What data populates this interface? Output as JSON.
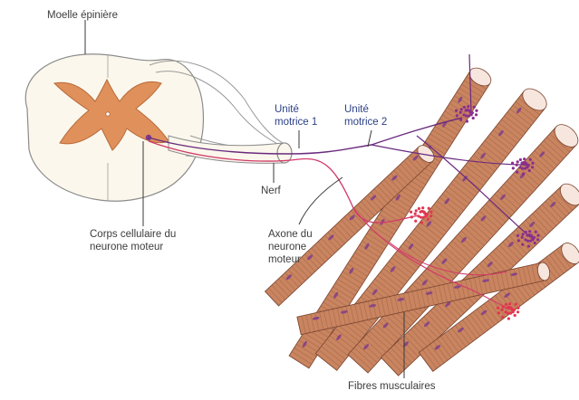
{
  "labels": {
    "spinal_cord": "Moelle épinière",
    "motor_unit_1_line1": "Unité",
    "motor_unit_1_line2": "motrice 1",
    "motor_unit_2_line1": "Unité",
    "motor_unit_2_line2": "motrice 2",
    "nerve": "Nerf",
    "cell_body_line1": "Corps cellulaire du",
    "cell_body_line2": "neurone moteur",
    "axon_line1": "Axone du",
    "axon_line2": "neurone",
    "axon_line3": "moteur",
    "muscle_fibers": "Fibres musculaires"
  },
  "colors": {
    "grey_matter": "#e0905a",
    "white_matter": "#fbf7ec",
    "fiber": "#c98460",
    "fiber_stripe": "#8a4f36",
    "fiber_end": "#f7e6de",
    "nucleus": "#7a3a8c",
    "unit1_axon": "#6a2a7e",
    "unit2_axon": "#d23a6a",
    "endplate_unit1": "#8b2f8e",
    "endplate_unit2": "#e2364f",
    "label_text": "#3c3c3c",
    "label_blue": "#2a3f86"
  }
}
